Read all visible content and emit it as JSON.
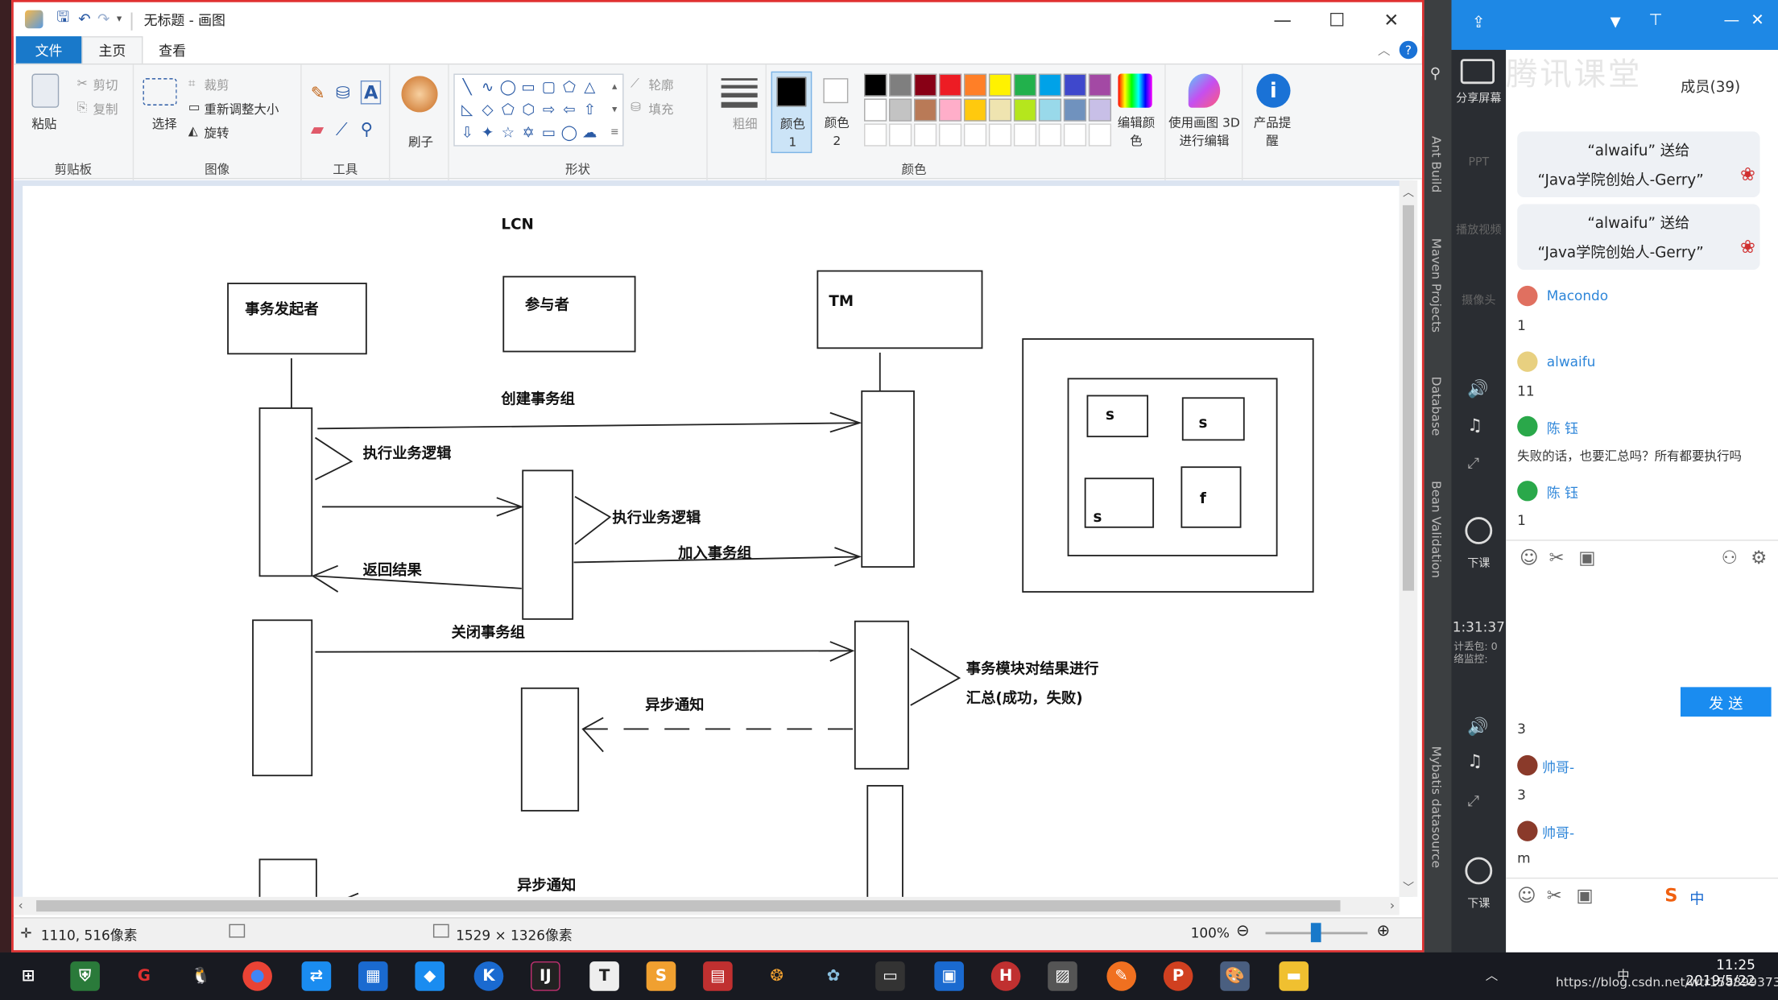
{
  "window": {
    "title": "无标题 - 画图",
    "controls": [
      "—",
      "☐",
      "✕"
    ]
  },
  "menu": {
    "file": "文件",
    "tabs": [
      "主页",
      "查看"
    ]
  },
  "ribbon": {
    "clipboard": {
      "paste": "粘贴",
      "cut": "剪切",
      "copy": "复制",
      "label": "剪贴板"
    },
    "image": {
      "select": "选择",
      "crop": "裁剪",
      "resize": "重新调整大小",
      "rotate": "旋转",
      "label": "图像"
    },
    "tools": {
      "label": "工具"
    },
    "brushes": {
      "label": "刷子"
    },
    "shapes": {
      "outline": "轮廓",
      "fill": "填充",
      "label": "形状"
    },
    "size": {
      "label": "粗细"
    },
    "color1": "颜色 1",
    "color2": "颜色 2",
    "colors_label": "颜色",
    "edit_colors": "编辑颜色",
    "paint3d": "使用画图 3D 进行编辑",
    "product_alert": "产品提醒",
    "palette": [
      "#000000",
      "#7f7f7f",
      "#880015",
      "#ed1c24",
      "#ff7f27",
      "#fff200",
      "#22b14c",
      "#00a2e8",
      "#3f48cc",
      "#a349a4",
      "#ffffff",
      "#c3c3c3",
      "#b97a57",
      "#ffaec9",
      "#ffc90e",
      "#efe4b0",
      "#b5e61d",
      "#99d9ea",
      "#7092be",
      "#c8bfe7"
    ]
  },
  "diagram": {
    "title": "LCN",
    "actor_initiator": "事务发起者",
    "actor_participant": "参与者",
    "actor_tm": "TM",
    "msg_create_group": "创建事务组",
    "msg_exec_logic_1": "执行业务逻辑",
    "msg_exec_logic_2": "执行业务逻辑",
    "msg_join_group": "加入事务组",
    "msg_return": "返回结果",
    "msg_close_group": "关闭事务组",
    "msg_summary_1": "事务模块对结果进行",
    "msg_summary_2": "汇总(成功，失败)",
    "msg_async_1": "异步通知",
    "msg_async_2": "异步通知",
    "box_s1": "s",
    "box_s2": "s",
    "box_s3": "s",
    "box_f": "f"
  },
  "status": {
    "cursor": "1110, 516像素",
    "dimensions": "1529 × 1326像素",
    "zoom": "100%"
  },
  "ide": {
    "tabs": [
      "Ant Build",
      "Maven Projects",
      "Database",
      "Bean Validation",
      "Mybatis datasource"
    ]
  },
  "tencent": {
    "brand": "腾讯课堂",
    "members": "成员(39)",
    "side_labels": [
      "分享屏幕",
      "PPT",
      "播放视频",
      "摄像头",
      "下课",
      "下课"
    ],
    "timer": "1:31:37",
    "stats": "计丢包: 0 络监控:",
    "gift1_line1": "“alwaifu” 送给",
    "gift1_line2": "“Java学院创始人-Gerry”",
    "gift2_line1": "“alwaifu” 送给",
    "gift2_line2": "“Java学院创始人-Gerry”",
    "chat": [
      {
        "name": "Macondo",
        "msg": "1"
      },
      {
        "name": "alwaifu",
        "msg": "11"
      },
      {
        "name": "陈 钰",
        "msg": "失败的话，也要汇总吗？所有都要执行吗"
      },
      {
        "name": "陈 钰",
        "msg": "1"
      }
    ],
    "send": "发 送",
    "chat2": [
      {
        "name": "",
        "msg": "3"
      },
      {
        "name": "帅哥-",
        "msg": "3"
      },
      {
        "name": "帅哥-",
        "msg": "m"
      }
    ],
    "ime": "中"
  },
  "taskbar": {
    "time": "11:25",
    "date": "2019/5/22",
    "watermark": "https://blog.csdn.net/wtr15889937335"
  }
}
